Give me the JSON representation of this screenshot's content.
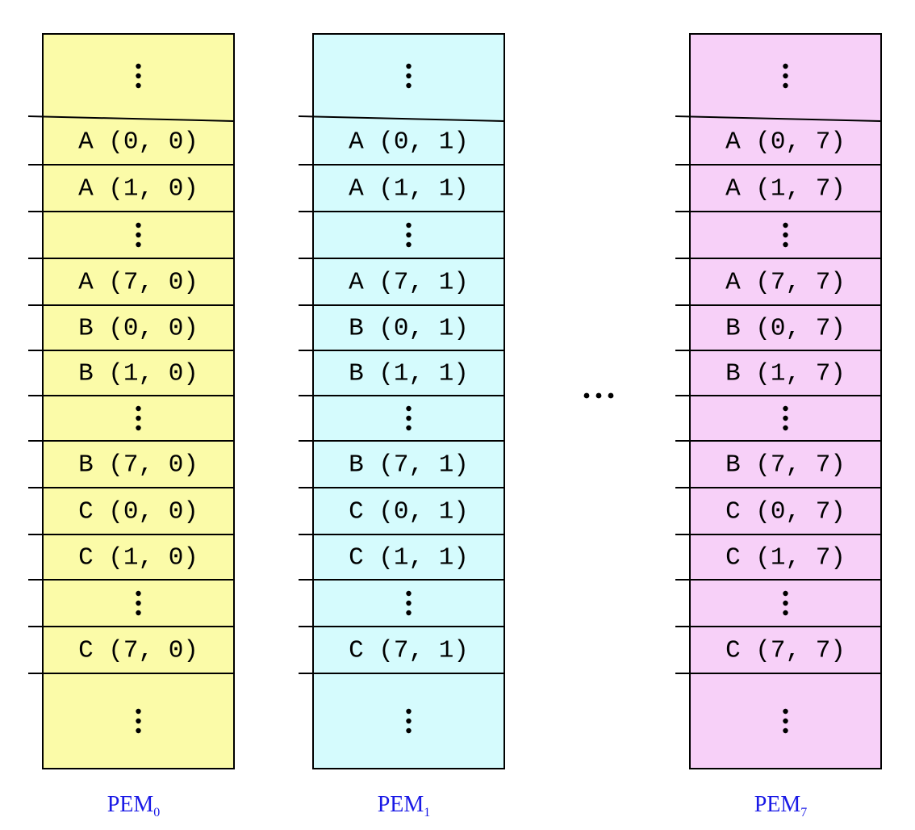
{
  "colors": {
    "pem0_fill": "#fbfba8",
    "pem1_fill": "#d5fbfd",
    "pem7_fill": "#f7d0f8",
    "label_color": "#1a1ae6"
  },
  "columns": [
    {
      "label": "PEM",
      "label_sub": "0",
      "cells": [
        ":",
        "A (0, 0)",
        "A (1, 0)",
        ":",
        "A (7, 0)",
        "B (0, 0)",
        "B (1, 0)",
        ":",
        "B (7, 0)",
        "C (0, 0)",
        "C (1, 0)",
        ":",
        "C (7, 0)",
        ":"
      ]
    },
    {
      "label": "PEM",
      "label_sub": "1",
      "cells": [
        ":",
        "A (0, 1)",
        "A (1, 1)",
        ":",
        "A (7, 1)",
        "B (0, 1)",
        "B (1, 1)",
        ":",
        "B (7, 1)",
        "C (0, 1)",
        "C (1, 1)",
        ":",
        "C (7, 1)",
        ":"
      ]
    },
    {
      "label": "PEM",
      "label_sub": "7",
      "cells": [
        ":",
        "A (0, 7)",
        "A (1, 7)",
        ":",
        "A (7, 7)",
        "B (0, 7)",
        "B (1, 7)",
        ":",
        "B (7, 7)",
        "C (0, 7)",
        "C (1, 7)",
        ":",
        "C (7, 7)",
        ":"
      ]
    }
  ],
  "between_ellipsis": "..."
}
